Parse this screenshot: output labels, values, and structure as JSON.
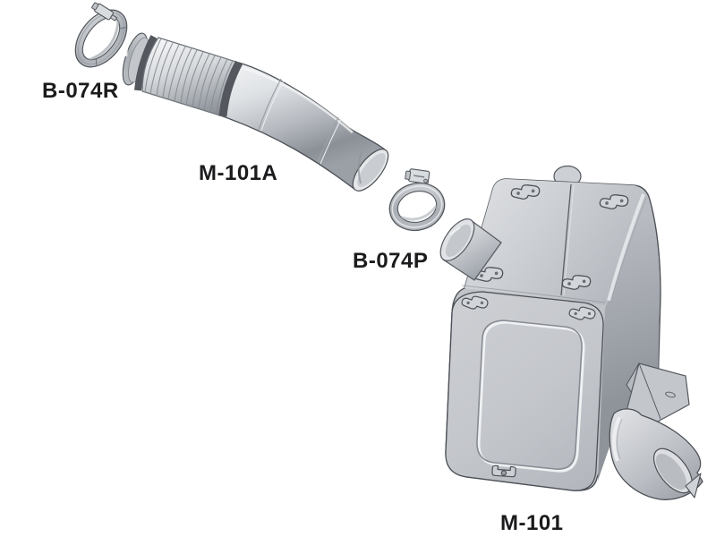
{
  "diagram": {
    "type": "exploded-parts-diagram",
    "background_color": "#ffffff",
    "parts": [
      {
        "label": "B-074R",
        "name": "v-band-clamp-front"
      },
      {
        "label": "M-101A",
        "name": "flex-exhaust-pipe"
      },
      {
        "label": "B-074P",
        "name": "band-clamp-rear"
      },
      {
        "label": "M-101",
        "name": "muffler-assembly"
      }
    ],
    "colors": {
      "label_text": "#1b1b1d",
      "metal_light": "#f2f3f5",
      "metal_mid": "#c6c9ce",
      "metal_dark": "#8b9097",
      "outline": "#4c5056",
      "band_dark": "#54585e"
    }
  }
}
